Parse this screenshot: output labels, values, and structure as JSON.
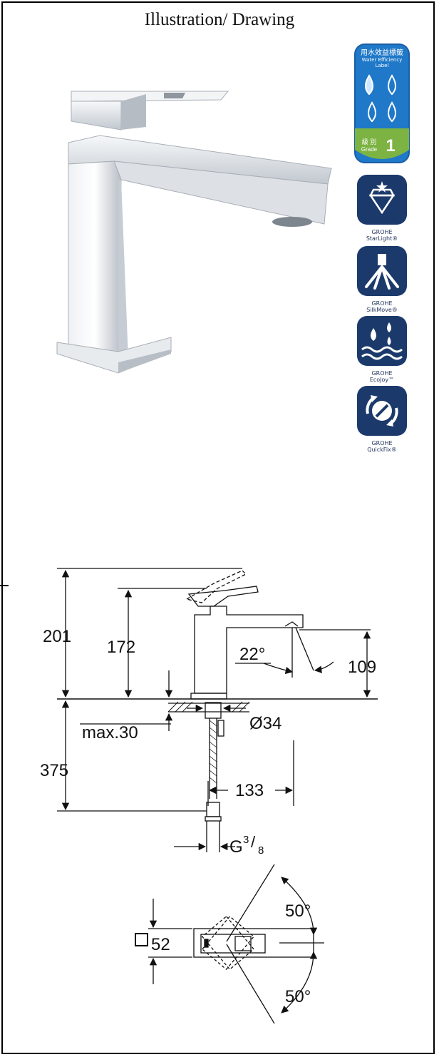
{
  "header": {
    "title": "Illustration/ Drawing"
  },
  "colors": {
    "badge_navy": "#1b3a6b",
    "water_blue": "#1f78c8",
    "grade_green": "#7cb342",
    "chrome": "#c9ced4",
    "line": "#111111"
  },
  "water_label": {
    "chinese": "用水效益標籤",
    "english": "Water Efficiency Label",
    "grade_chinese": "級 別",
    "grade_word": "Grade",
    "grade_value": "1"
  },
  "badges": [
    {
      "id": "starlight",
      "icon": "diamond-icon",
      "caption1": "GROHE",
      "caption2": "StarLight®"
    },
    {
      "id": "silkmove",
      "icon": "cartridge-icon",
      "caption1": "GROHE",
      "caption2": "SilkMove®"
    },
    {
      "id": "ecojoy",
      "icon": "water-drops-icon",
      "caption1": "GROHE",
      "caption2": "EcoJoy™"
    },
    {
      "id": "quickfix",
      "icon": "quickfix-icon",
      "caption1": "GROHE",
      "caption2": "QuickFix®"
    }
  ],
  "dimensions": {
    "total_height": "201",
    "lever_height": "172",
    "spout_height": "109",
    "spout_angle": "22°",
    "max_deck": "max.30",
    "hole_dia": "Ø34",
    "below_deck": "375",
    "spout_reach": "133",
    "thread_g": "G",
    "thread_num": "3",
    "thread_den": "8",
    "base_size": "52",
    "rotation_top": "50°",
    "rotation_bottom": "50°"
  }
}
